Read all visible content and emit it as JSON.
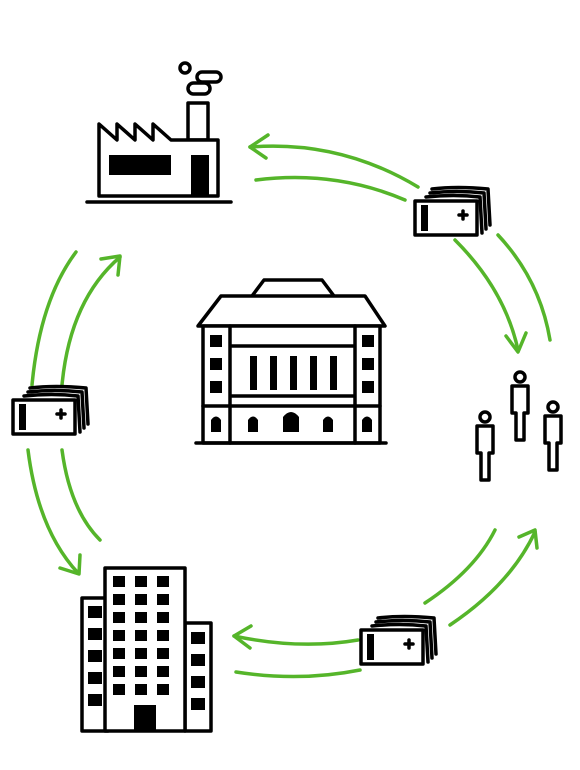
{
  "colors": {
    "accent": "#55b52a",
    "ink": "#000000",
    "background": "#ffffff"
  },
  "nodes": [
    {
      "name": "factory",
      "icon": "factory-icon"
    },
    {
      "name": "people",
      "icon": "people-icon"
    },
    {
      "name": "office-building",
      "icon": "office-building-icon"
    },
    {
      "name": "central-bank",
      "icon": "bank-building-icon"
    }
  ],
  "money_icons": [
    "money-stack-icon",
    "money-stack-icon",
    "money-stack-icon"
  ],
  "flows": [
    {
      "from": "people",
      "to": "factory",
      "kind": "money"
    },
    {
      "from": "factory",
      "to": "people",
      "kind": "goods"
    },
    {
      "from": "office-building",
      "to": "people",
      "kind": "money"
    },
    {
      "from": "people",
      "to": "office-building",
      "kind": "goods"
    },
    {
      "from": "factory",
      "to": "office-building",
      "kind": "money"
    },
    {
      "from": "office-building",
      "to": "factory",
      "kind": "goods"
    }
  ]
}
